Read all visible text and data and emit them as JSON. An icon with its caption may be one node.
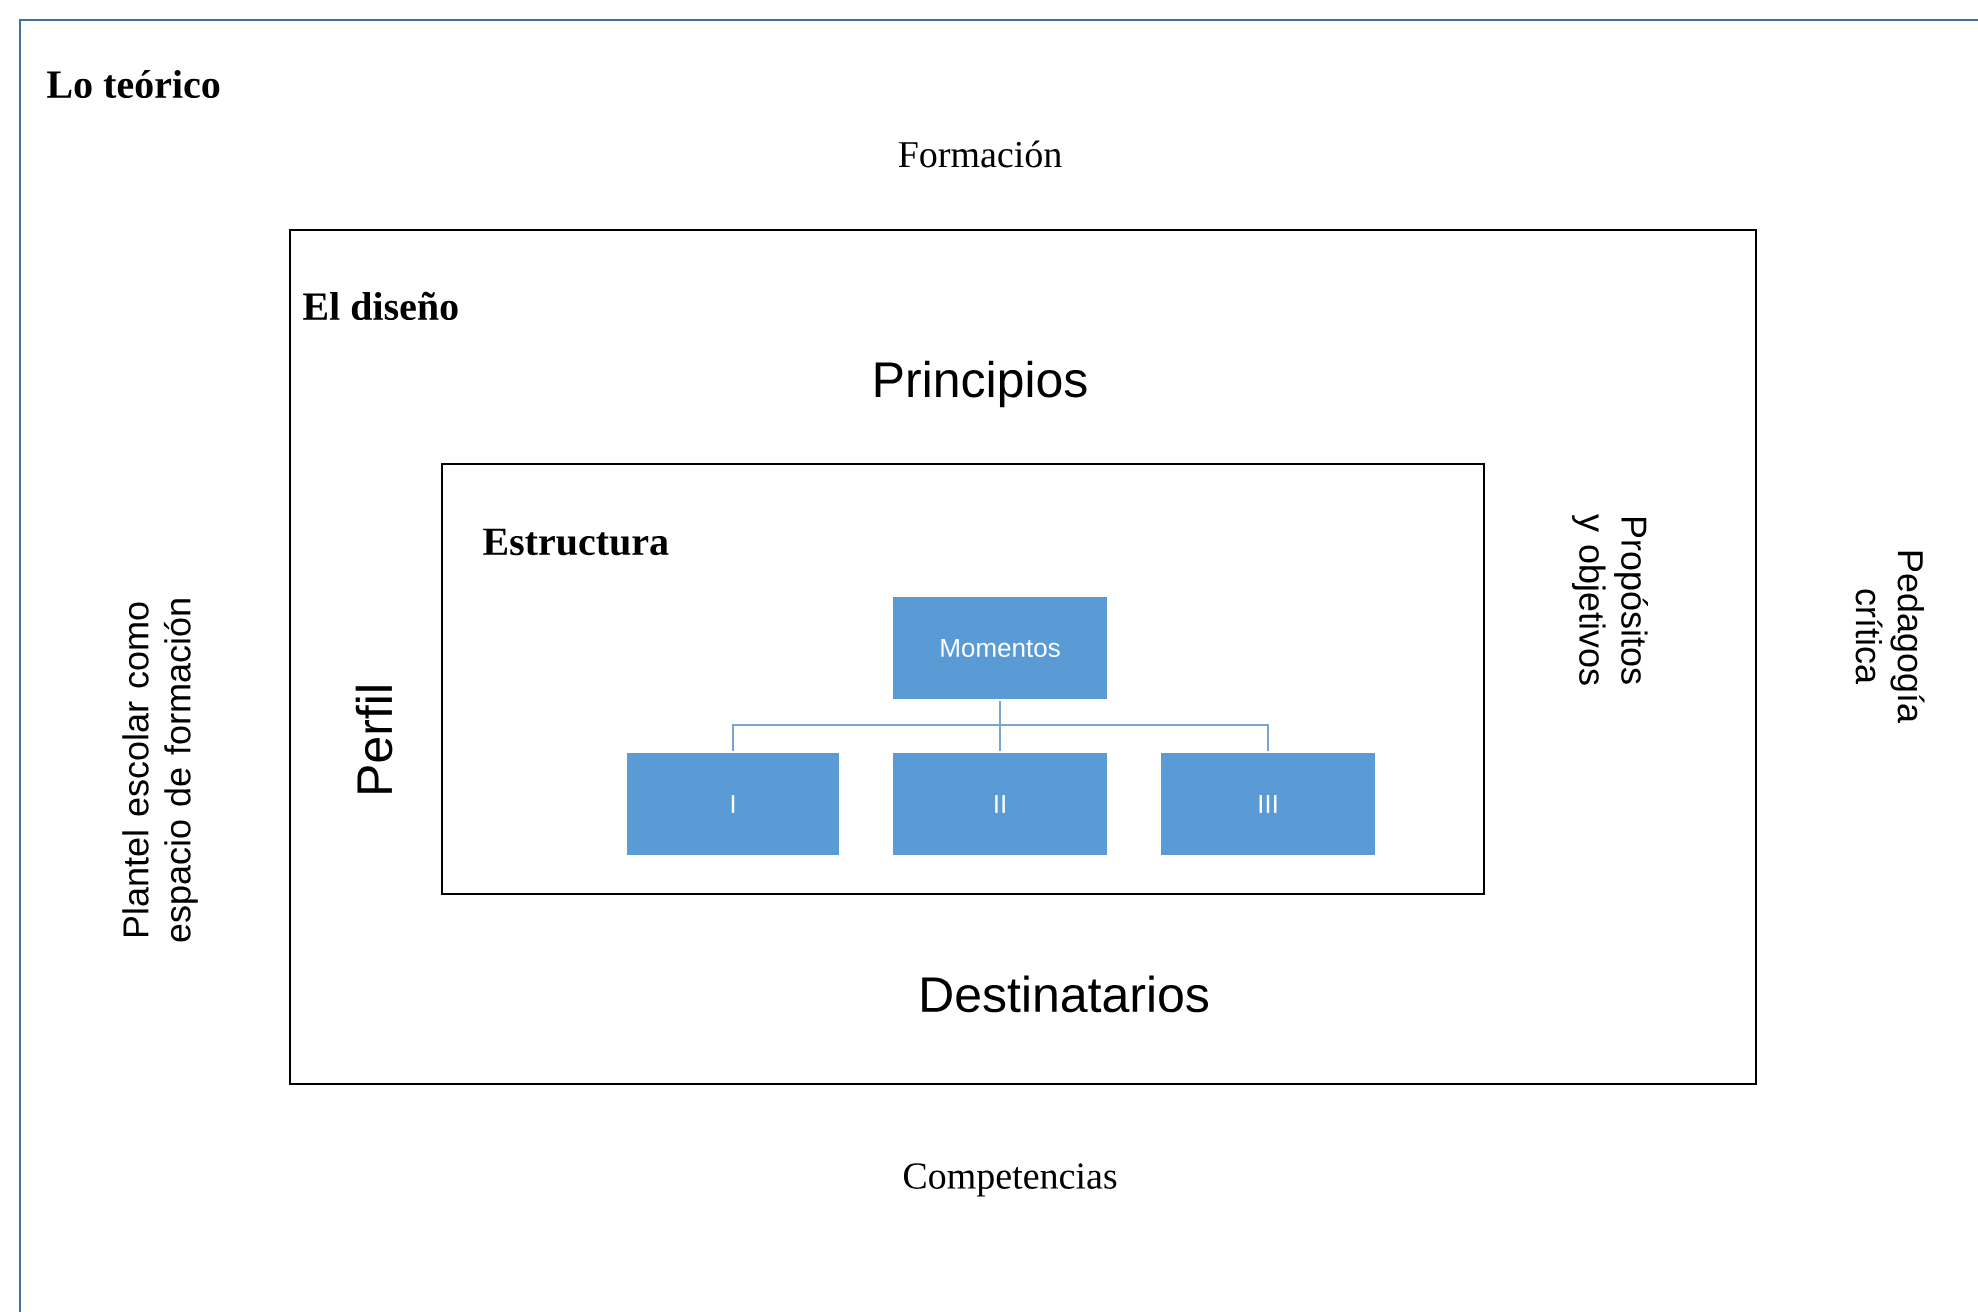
{
  "diagram": {
    "nodes": [
      {
        "text": [
          "Lo teórico",
          "Formación",
          "Plantel escolar como espacio de formación",
          "Pedagogía crítica",
          "Competencias"
        ]
      },
      {
        "text": [
          "El diseño",
          "Principios",
          "Perfil",
          "Propósitos y objetivos",
          "Destinatarios"
        ],
        "in": 0
      },
      {
        "text": [
          "Estructura"
        ],
        "in": 1
      },
      {
        "text": [
          "Momentos"
        ],
        "in": 2
      },
      {
        "text": [
          "I"
        ],
        "in": 2
      },
      {
        "text": [
          "II"
        ],
        "in": 2
      },
      {
        "text": [
          "III"
        ],
        "in": 2
      }
    ],
    "edges": [
      {
        "from": 3,
        "to": 4,
        "arrow": "none"
      },
      {
        "from": 3,
        "to": 5,
        "arrow": "none"
      },
      {
        "from": 3,
        "to": 6,
        "arrow": "none"
      }
    ]
  }
}
